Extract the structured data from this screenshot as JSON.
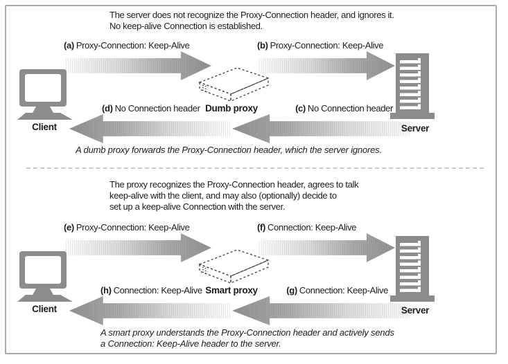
{
  "colors": {
    "icon_gray": "#8c8c8c",
    "arrow_dark": "#8f8f8f",
    "arrow_light": "#fdfdfd",
    "frame_border": "#a9a9a9",
    "divider": "#c9c9c9",
    "text": "#1c1c1c"
  },
  "top": {
    "intro": [
      "The server does not recognize the Proxy-Connection header, and ignores it.",
      "No keep-alive Connection is established."
    ],
    "arrows": {
      "a": {
        "prefix": "(a)",
        "label": "Proxy-Connection: Keep-Alive"
      },
      "b": {
        "prefix": "(b)",
        "label": "Proxy-Connection: Keep-Alive"
      },
      "c": {
        "prefix": "(c)",
        "label": "No Connection header"
      },
      "d": {
        "prefix": "(d)",
        "label": "No Connection header"
      }
    },
    "client": "Client",
    "proxy": "Dumb proxy",
    "server": "Server",
    "caption": "A dumb proxy forwards the Proxy-Connection header, which the server ignores."
  },
  "bottom": {
    "intro": [
      "The proxy recognizes the Proxy-Connection header, agrees to talk",
      "keep-alive with the client, and may also (optionally) decide to",
      "set up a keep-alive Connection with the server."
    ],
    "arrows": {
      "e": {
        "prefix": "(e)",
        "label": "Proxy-Connection: Keep-Alive"
      },
      "f": {
        "prefix": "(f)",
        "label": "Connection: Keep-Alive"
      },
      "g": {
        "prefix": "(g)",
        "label": "Connection: Keep-Alive"
      },
      "h": {
        "prefix": "(h)",
        "label": "Connection: Keep-Alive"
      }
    },
    "client": "Client",
    "proxy": "Smart proxy",
    "server": "Server",
    "caption": [
      "A smart proxy understands the Proxy-Connection header and actively sends",
      "a Connection: Keep-Alive header to the server."
    ]
  }
}
